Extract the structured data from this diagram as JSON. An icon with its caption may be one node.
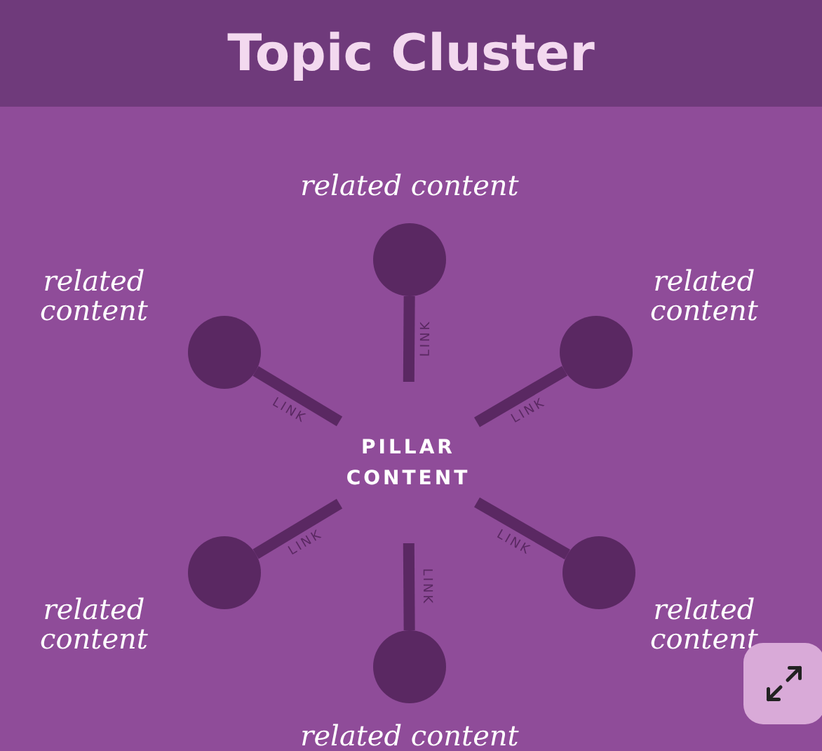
{
  "diagram": {
    "title": "Topic Cluster",
    "nodes": [
      {
        "text": [],
        "shape": "circle",
        "beside": [
          "related content"
        ]
      },
      {
        "text": [],
        "shape": "circle",
        "beside": [
          "related content"
        ]
      },
      {
        "text": [],
        "shape": "circle",
        "beside": [
          "related content"
        ]
      },
      {
        "text": [
          "PILLAR CONTENT"
        ]
      },
      {
        "text": [],
        "shape": "circle",
        "beside": [
          "related content"
        ]
      },
      {
        "text": [],
        "shape": "circle",
        "beside": [
          "related content"
        ]
      },
      {
        "text": [],
        "shape": "circle",
        "beside": [
          "related content"
        ]
      }
    ],
    "edges": [
      {
        "from": 0,
        "to": 3,
        "arrow": "none",
        "label": "LINK"
      },
      {
        "from": 1,
        "to": 3,
        "arrow": "none",
        "label": "LINK"
      },
      {
        "from": 2,
        "to": 3,
        "arrow": "none",
        "label": "LINK"
      },
      {
        "from": 4,
        "to": 3,
        "arrow": "none",
        "label": "LINK"
      },
      {
        "from": 5,
        "to": 3,
        "arrow": "none",
        "label": "LINK"
      },
      {
        "from": 6,
        "to": 3,
        "arrow": "none",
        "label": "LINK"
      }
    ]
  }
}
